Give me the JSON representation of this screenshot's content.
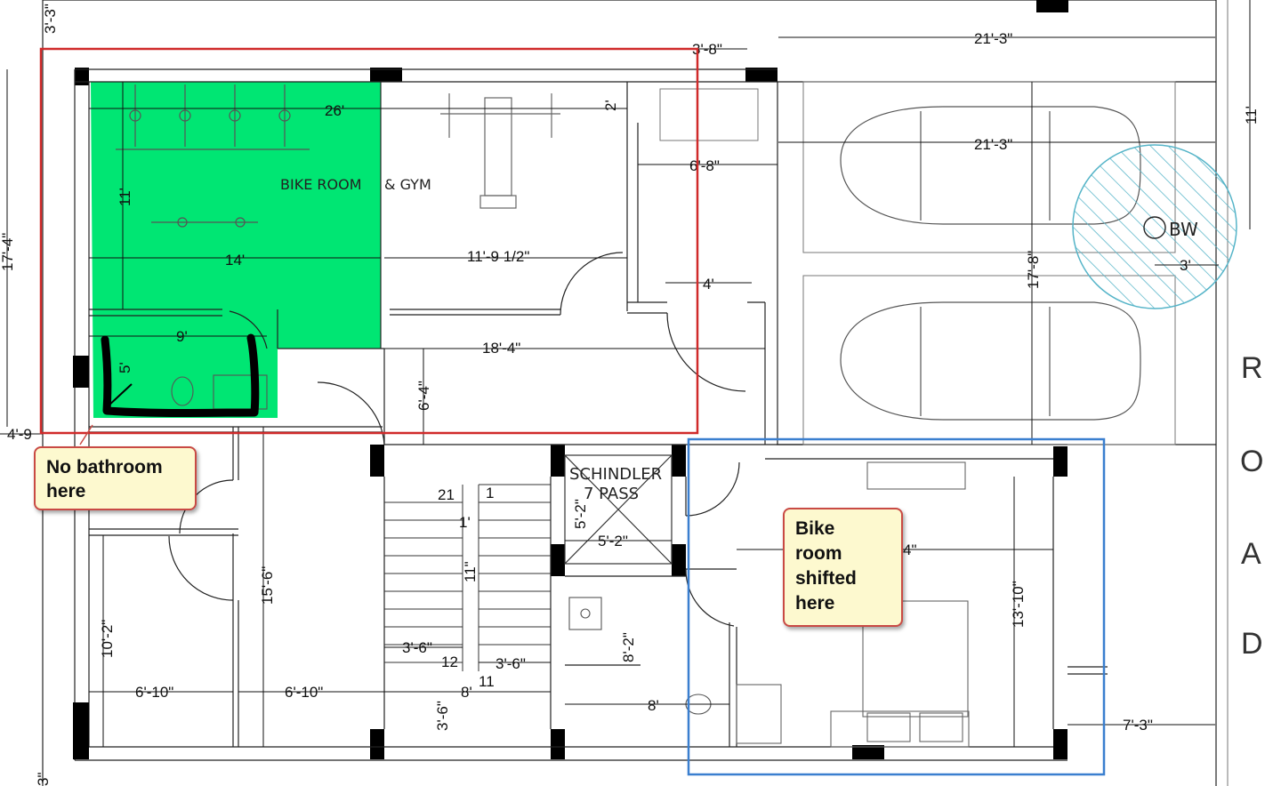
{
  "dimensions": {
    "top_left": "3'-3\"",
    "top_mid": "3'-8\"",
    "top_right": "21'-3\"",
    "car1": "21'-3\"",
    "right_edge": "11'",
    "bike_width": "26'",
    "bike_gap": "2'",
    "bike_height": "11'",
    "left_full": "17'-4\"",
    "garage_depth": "17'-8\"",
    "hall_passage": "6'-8\"",
    "gym_width": "11'-9 1/2\"",
    "bike_depth": "14'",
    "door": "4'",
    "bath_width": "9'",
    "bath_depth": "5'",
    "corridor": "18'-4\"",
    "corridor_h": "6'-4\"",
    "left_small": "4'-9",
    "stair_start": "1",
    "stair_21": "21",
    "stair_tread": "1'",
    "stair_11": "11\"",
    "lift_w": "5'-2\"",
    "lift_h": "5'-2\"",
    "room_height": "15'-6\"",
    "room_left_h": "10'-2\"",
    "room_left_w": "6'-10\"",
    "room_mid_w": "6'-10\"",
    "stair_land_1": "3'-6\"",
    "stair_12": "12",
    "stair_land_2": "3'-6\"",
    "stair_11b": "11",
    "stair_width": "8'",
    "stair_bottom": "3'-6\"",
    "bath_h": "8'-2\"",
    "bath_w": "8'",
    "bed_h": "13'-10\"",
    "bed_w_tail": "4\"",
    "right_bottom": "7'-3\"",
    "bottom_left": "3\"",
    "bw_radius": "3'"
  },
  "labels": {
    "bike_room": "BIKE ROOM",
    "gym": "& GYM",
    "lift_brand": "SCHINDLER",
    "lift_capacity": "7 PASS",
    "borewell": "BW",
    "road_letters": [
      "R",
      "O",
      "A",
      "D"
    ]
  },
  "annotations": {
    "no_bathroom": [
      "No bathroom",
      "here"
    ],
    "bike_room_shift": [
      "Bike",
      "room",
      "shifted",
      "here"
    ]
  },
  "colors": {
    "bike_room_fill": "#00e673",
    "red_outline": "#d02a2a",
    "blue_outline": "#3a7fcf",
    "borewell_hatch": "#55b4c8",
    "marker": "#000000"
  }
}
